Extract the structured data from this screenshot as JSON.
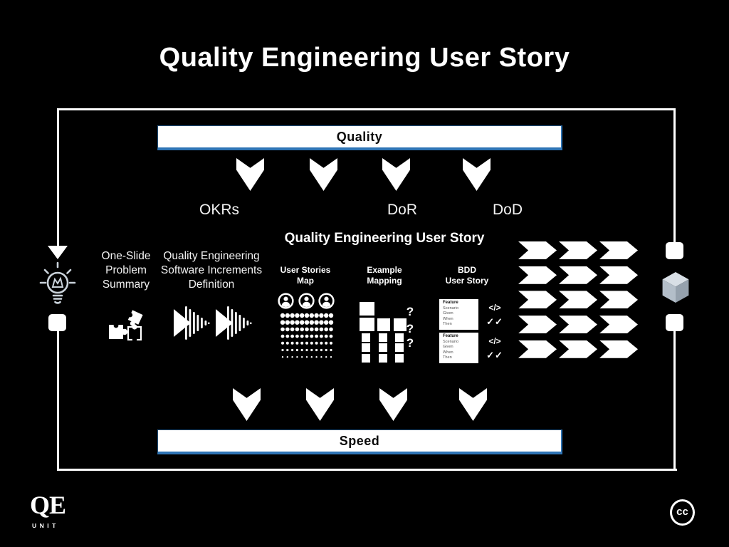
{
  "title": "Quality Engineering User Story",
  "colors": {
    "background": "#000000",
    "foreground": "#ffffff",
    "accent_blue": "#2e74b5",
    "icon_gray": "#c9d2da",
    "cube_top": "#d8dfe6",
    "cube_left": "#b3bec9",
    "cube_right": "#95a1ad"
  },
  "quality_bar": {
    "label": "Quality"
  },
  "speed_bar": {
    "label": "Speed"
  },
  "stage_labels": {
    "okrs": "OKRs",
    "dor": "DoR",
    "dod": "DoD"
  },
  "left_labels": {
    "problem": [
      "One-Slide",
      "Problem",
      "Summary"
    ],
    "increments": [
      "Quality Engineering",
      "Software Increments",
      "Definition"
    ]
  },
  "center": {
    "heading": "Quality Engineering User Story",
    "columns": [
      {
        "line1": "User Stories",
        "line2": "Map"
      },
      {
        "line1": "Example",
        "line2": "Mapping"
      },
      {
        "line1": "BDD",
        "line2": "User Story"
      }
    ],
    "bdd_card": {
      "lines": [
        "Feature",
        "Scenario",
        "Given",
        "When",
        "Then"
      ]
    },
    "question_mark": "?",
    "code_glyph": "</>",
    "check_glyph": "✓✓"
  },
  "footer": {
    "logo_main": "QE",
    "logo_sub": "UNIT",
    "license": "cc"
  }
}
